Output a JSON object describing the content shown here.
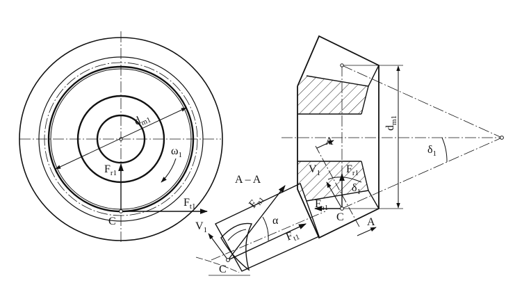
{
  "labels": {
    "dm1_front": {
      "main": "d",
      "sub": "m1"
    },
    "omega1": {
      "main": "ω",
      "sub": "1"
    },
    "fr1_front": {
      "main": "F",
      "sub": "r1"
    },
    "ft1_front": {
      "main": "F",
      "sub": "t1"
    },
    "c_front": "C",
    "section_label": "A – A",
    "fn1": {
      "main": "F",
      "sub": "n1"
    },
    "alpha": "α",
    "v1_section": {
      "main": "V",
      "sub": "1"
    },
    "ft1_section": {
      "main": "F",
      "sub": "t1"
    },
    "c_section": "C",
    "a_top": "A",
    "a_bottom": "A",
    "v1_side": {
      "main": "V",
      "sub": "1"
    },
    "fr1_side": {
      "main": "F",
      "sub": "r1"
    },
    "delta1_mid": {
      "main": "δ",
      "sub": "1"
    },
    "fa1": {
      "main": "F",
      "sub": "a1"
    },
    "c_side": "C",
    "dm1_side": {
      "main": "d",
      "sub": "m1"
    },
    "delta1_apex": {
      "main": "δ",
      "sub": "1"
    }
  }
}
